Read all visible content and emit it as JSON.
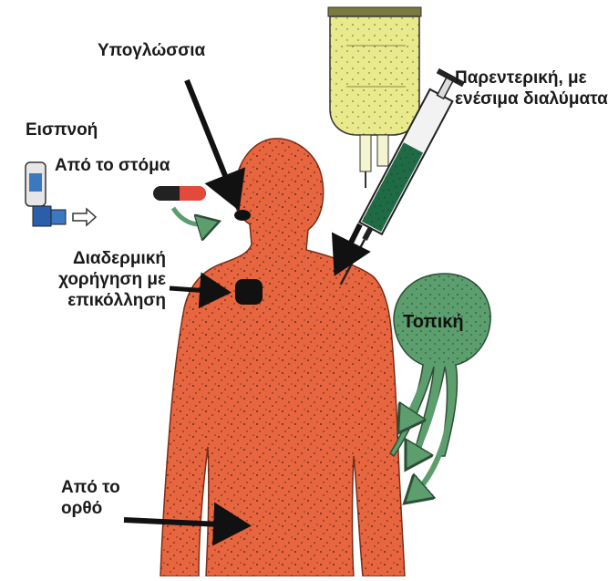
{
  "labels": {
    "sublingual": "Υπογλώσσια",
    "parenteral": "Παρεντερική, με ενέσιμα διαλύματα",
    "inhalation": "Εισπνοή",
    "oral": "Από το στόμα",
    "transdermal": "Διαδερμική χορήγηση με επικόλληση",
    "topical": "Τοπική",
    "rectal": "Από το ορθό"
  },
  "colors": {
    "body": "#e8663f",
    "body_outline": "#7a2e1a",
    "iv_bag": "#e9ea8c",
    "syringe_fluid": "#1f6b45",
    "topical_blob": "#5c9e6d",
    "oral_arrow": "#5c9e6d",
    "inhaler": "#3b78c0",
    "patch": "#111111",
    "arrows": "#111111"
  }
}
